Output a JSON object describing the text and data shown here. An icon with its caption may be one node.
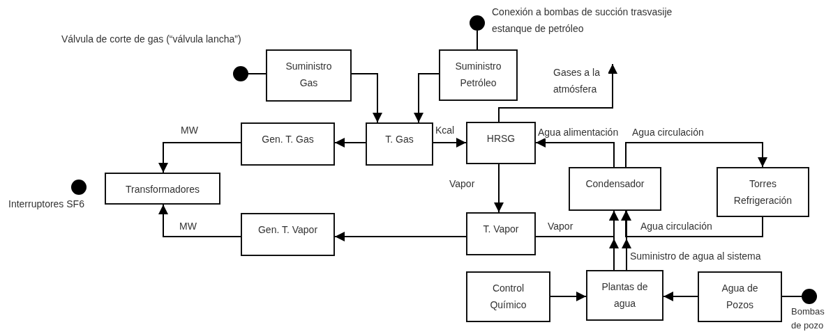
{
  "diagram": {
    "nodes": [
      {
        "text": [],
        "shape": "circle",
        "beside": [
          "Válvula de corte de gas (“válvula lancha”)"
        ]
      },
      {
        "text": [
          "Suministro Gas"
        ]
      },
      {
        "text": [],
        "shape": "circle",
        "beside": [
          "Conexión a bombas de succión trasvasije estanque de petróleo"
        ]
      },
      {
        "text": [
          "Suministro Petróleo"
        ]
      },
      {
        "text": [
          "Gen. T. Gas"
        ]
      },
      {
        "text": [
          "T. Gas"
        ]
      },
      {
        "text": [
          "HRSG"
        ]
      },
      {
        "text": [
          "Transformadores"
        ]
      },
      {
        "text": [],
        "shape": "circle",
        "beside": [
          "Interruptores SF6"
        ]
      },
      {
        "text": [
          "Condensador"
        ]
      },
      {
        "text": [
          "Torres Refrigeración"
        ]
      },
      {
        "text": [
          "Gen. T. Vapor"
        ]
      },
      {
        "text": [
          "T. Vapor"
        ]
      },
      {
        "text": [
          "Control Químico"
        ]
      },
      {
        "text": [
          "Plantas de agua"
        ]
      },
      {
        "text": [
          "Agua de Pozos"
        ]
      },
      {
        "text": [],
        "shape": "circle",
        "beside": [
          "Bombas de pozo"
        ]
      }
    ],
    "edges": [
      {
        "from": 0,
        "to": 1,
        "arrow": "none"
      },
      {
        "from": 2,
        "to": 3,
        "arrow": "none"
      },
      {
        "from": 1,
        "to": 5,
        "arrow": "to"
      },
      {
        "from": 3,
        "to": 5,
        "arrow": "to"
      },
      {
        "from": 5,
        "to": 4,
        "arrow": "to"
      },
      {
        "from": 5,
        "to": 6,
        "arrow": "to",
        "label": "Kcal"
      },
      {
        "from": 4,
        "to": 7,
        "arrow": "to",
        "label": "MW"
      },
      {
        "from": 6,
        "to": null,
        "arrow": "to",
        "label": "Gases a la atmósfera"
      },
      {
        "from": 9,
        "to": 6,
        "arrow": "to",
        "label": "Agua alimentación"
      },
      {
        "from": 9,
        "to": 10,
        "arrow": "to",
        "label": "Agua circulación"
      },
      {
        "from": 6,
        "to": 12,
        "arrow": "to",
        "label": "Vapor"
      },
      {
        "from": 12,
        "to": 11,
        "arrow": "to"
      },
      {
        "from": 11,
        "to": 7,
        "arrow": "to",
        "label": "MW"
      },
      {
        "from": 12,
        "to": 9,
        "arrow": "to",
        "label": "Vapor"
      },
      {
        "from": 10,
        "to": 9,
        "arrow": "to",
        "label": "Agua circulación"
      },
      {
        "from": 14,
        "to": 9,
        "arrow": "to"
      },
      {
        "from": 14,
        "to": 9,
        "arrow": "to",
        "label": "Suministro de agua al sistema"
      },
      {
        "from": 13,
        "to": 14,
        "arrow": "to"
      },
      {
        "from": 15,
        "to": 14,
        "arrow": "to"
      },
      {
        "from": 16,
        "to": 15,
        "arrow": "none"
      }
    ]
  }
}
